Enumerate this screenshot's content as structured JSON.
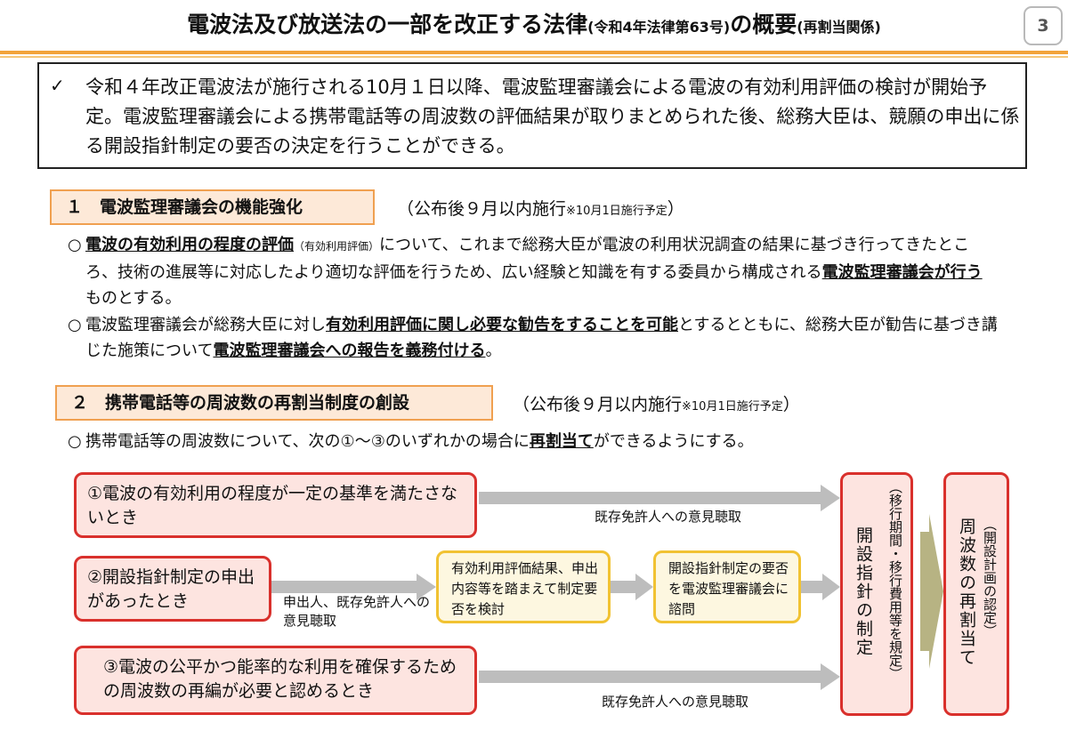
{
  "header": {
    "title_main": "電波法及び放送法の一部を改正する法律",
    "title_paren": "(令和4年法律第63号)",
    "title_mid": "の概要",
    "title_tail": "(再割当関係)",
    "page_number": "3"
  },
  "summary": {
    "check": "✓",
    "text": "令和４年改正電波法が施行される10月１日以降、電波監理審議会による電波の有効利用評価の検討が開始予定。電波監理審議会による携帯電話等の周波数の評価結果が取りまとめられた後、総務大臣は、競願の申出に係る開設指針制定の要否の決定を行うことができる。"
  },
  "section1": {
    "heading": "１　電波監理審議会の機能強化",
    "note": "（公布後９月以内施行",
    "note_small": "※10月1日施行予定",
    "note_close": "）",
    "item1": {
      "bullet": "○",
      "b1": "電波の有効利用の程度の評価",
      "small": "（有効利用評価）",
      "t1": "について、これまで総務大臣が電波の利用状況調査の結果に基づき行ってきたところ、技術の進展等に対応したより適切な評価を行うため、広い経験と知識を有する委員から構成される",
      "b2": "電波監理審議会が行う",
      "t2": "ものとする。"
    },
    "item2": {
      "bullet": "○",
      "t1": "電波監理審議会が総務大臣に対し",
      "b1": "有効利用評価に関し必要な勧告をすることを可能",
      "t2": "とするとともに、総務大臣が勧告に基づき講じた施策について",
      "b2": "電波監理審議会への報告を義務付ける",
      "t3": "。"
    }
  },
  "section2": {
    "heading": "２　携帯電話等の周波数の再割当制度の創設",
    "note": "（公布後９月以内施行",
    "note_small": "※10月1日施行予定",
    "note_close": "）",
    "intro": {
      "bullet": "○",
      "t1": "携帯電話等の周波数について、次の①～③のいずれかの場合に",
      "b1": "再割当て",
      "t2": "ができるようにする。"
    }
  },
  "flow": {
    "case1": "①電波の有効利用の程度が一定の基準を満たさないとき",
    "case2": "②開設指針制定の申出があったとき",
    "case3": "③電波の公平かつ能率的な利用を確保するための周波数の再編が必要と認めるとき",
    "label1": "既存免許人への意見聴取",
    "label2": "申出人、既存免許人への意見聴取",
    "label3": "既存免許人への意見聴取",
    "step_eval": "有効利用評価結果、申出内容等を踏まえて制定要否を検討",
    "step_consult": "開設指針制定の要否を電波監理審議会に諮問",
    "policy_sub": "（移行期間・移行費用等を規定）",
    "policy_main": "開設指針の制定",
    "reassign_sub": "（開設計画の認定）",
    "reassign_main": "周波数の再割当て"
  },
  "colors": {
    "accent_orange": "#f2a33a",
    "red_border": "#d9302c",
    "red_fill": "#fde4e0",
    "yellow_border": "#f1c232",
    "arrow_gray": "#bdbdbd",
    "arrow_olive": "#b7b383"
  }
}
